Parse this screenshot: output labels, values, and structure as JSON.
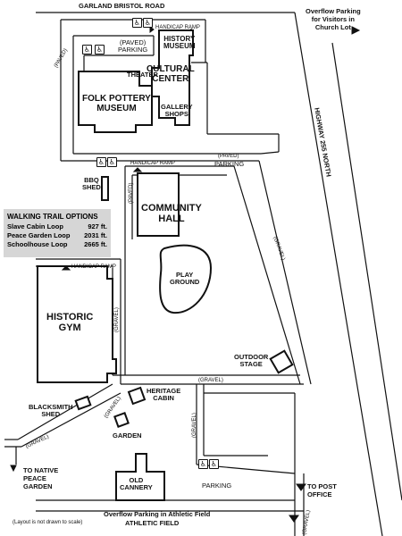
{
  "roads": {
    "garland_bristol": "GARLAND BRISTOL ROAD",
    "highway": "HIGHWAY 255 NORTH",
    "paved_left": "(PAVED)",
    "paved_main": "(PAVED)",
    "paved_community": "(PAVED)",
    "gravel_right": "(GRAVEL)",
    "gravel_gym": "(GRAVEL)",
    "gravel_mid": "(GRAVEL)",
    "gravel_blacksmith": "(GRAVEL)",
    "gravel_lower_left": "(GRAVEL)",
    "gravel_parking": "(GRAVEL)",
    "gravel_bottom_right": "(GRAVEL)"
  },
  "parking": {
    "top": "(PAVED)\nPARKING",
    "main_paved": "(PAVED)",
    "main": "PARKING",
    "bottom": "PARKING"
  },
  "overflow": {
    "church": "Overflow Parking\nfor Visitors in\nChurch Lot",
    "athletic_line1": "Overflow Parking in Athletic Field",
    "athletic_line2": "ATHLETIC FIELD"
  },
  "buildings": {
    "history_museum": "HISTORY\nMUSEUM",
    "theater": "THEATER",
    "cultural_center": "CULTURAL\nCENTER",
    "folk_pottery": "FOLK POTTERY\nMUSEUM",
    "gallery_shops": "GALLERY\nSHOPS",
    "bbq_shed": "BBQ\nSHED",
    "community_hall": "COMMUNITY\nHALL",
    "play_ground": "PLAY\nGROUND",
    "historic_gym": "HISTORIC\nGYM",
    "outdoor_stage": "OUTDOOR\nSTAGE",
    "heritage_cabin": "HERITAGE\nCABIN",
    "blacksmith_shed": "BLACKSMITH\nSHED",
    "garden": "GARDEN",
    "old_cannery": "OLD\nCANNERY"
  },
  "ramps": {
    "top": "HANDICAP RAMP",
    "community": "HANDICAP RAMP",
    "gym": "HANDICAP RAMP"
  },
  "trail_options": {
    "title": "WALKING TRAIL OPTIONS",
    "rows": [
      {
        "name": "Slave Cabin Loop",
        "distance": "927 ft."
      },
      {
        "name": "Peace Garden Loop",
        "distance": "2031 ft."
      },
      {
        "name": "Schoolhouse Loop",
        "distance": "2665 ft."
      }
    ]
  },
  "destinations": {
    "native_garden": "TO NATIVE\nPEACE\nGARDEN",
    "post_office": "TO POST\nOFFICE"
  },
  "note": "(Layout is not drawn to scale)",
  "icons": {
    "handicap": "wheelchair-icon",
    "arrow": "arrow-icon"
  },
  "colors": {
    "line": "#111111",
    "trail_box": "#d6d6d6"
  }
}
